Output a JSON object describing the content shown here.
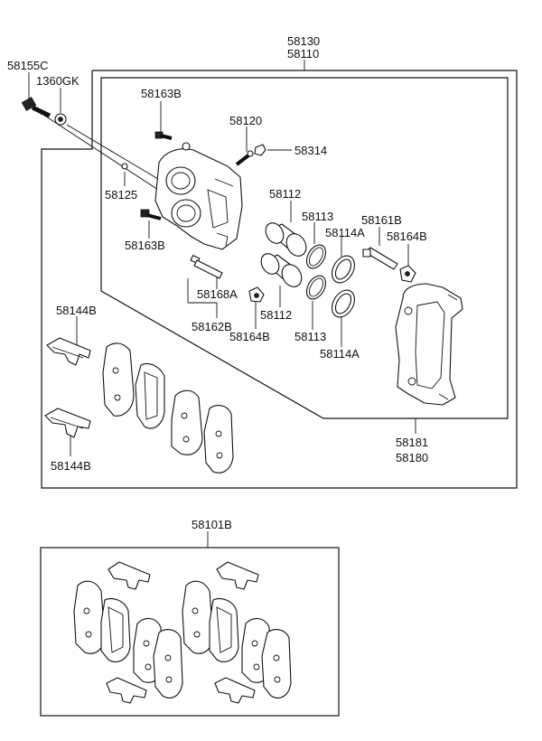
{
  "labels": {
    "l58130": "58130",
    "l58110": "58110",
    "l58155C": "58155C",
    "l1360GK": "1360GK",
    "l58163B_top": "58163B",
    "l58120": "58120",
    "l58314": "58314",
    "l58125": "58125",
    "l58112_top": "58112",
    "l58113_top": "58113",
    "l58161B": "58161B",
    "l58114A_top": "58114A",
    "l58164B_right": "58164B",
    "l58163B_bottom": "58163B",
    "l58168A": "58168A",
    "l58144B_top": "58144B",
    "l58162B": "58162B",
    "l58112_bottom": "58112",
    "l58164B_bottom": "58164B",
    "l58113_bottom": "58113",
    "l58114A_bottom": "58114A",
    "l58144B_bottom": "58144B",
    "l58181": "58181",
    "l58180": "58180",
    "l58101B": "58101B"
  }
}
